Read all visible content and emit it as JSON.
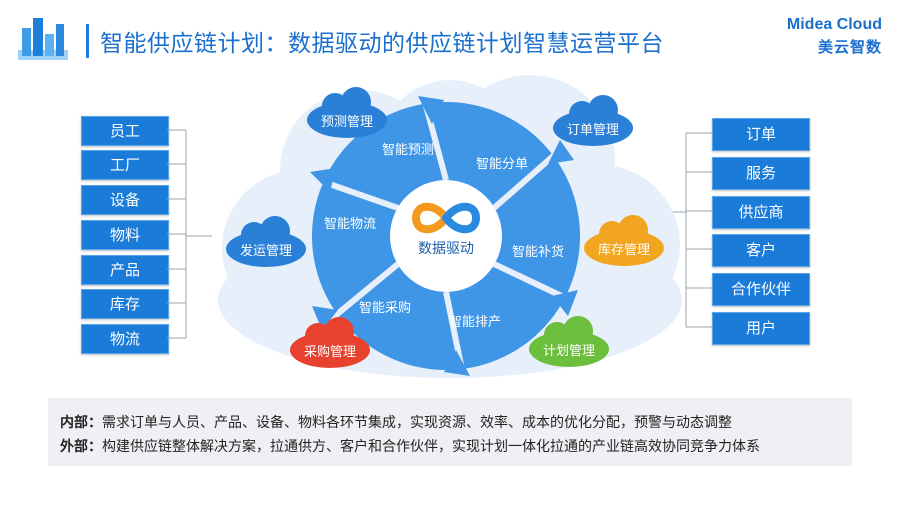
{
  "title": "智能供应链计划：数据驱动的供应链计划智慧运营平台",
  "brand": {
    "en": "Midea Cloud",
    "cn": "美云智数"
  },
  "left_items": [
    "员工",
    "工厂",
    "设备",
    "物料",
    "产品",
    "库存",
    "物流"
  ],
  "right_items": [
    "订单",
    "服务",
    "供应商",
    "客户",
    "合作伙伴",
    "用户"
  ],
  "center_label": "数据驱动",
  "cycle_labels": {
    "forecast": "智能预测",
    "split": "智能分单",
    "replenish": "智能补货",
    "schedule": "智能排产",
    "purchase": "智能采购",
    "logistics": "智能物流"
  },
  "bubbles": {
    "forecast_mgmt": {
      "label": "预测管理",
      "color": "#2a7fd6"
    },
    "order_mgmt": {
      "label": "订单管理",
      "color": "#2a7fd6"
    },
    "inventory_mgmt": {
      "label": "库存管理",
      "color": "#f2a51e"
    },
    "plan_mgmt": {
      "label": "计划管理",
      "color": "#6cbf3c"
    },
    "purchase_mgmt": {
      "label": "采购管理",
      "color": "#e8422f"
    },
    "shipping_mgmt": {
      "label": "发运管理",
      "color": "#2a7fd6"
    }
  },
  "footer": {
    "inner_label": "内部：",
    "inner_text": "需求订单与人员、产品、设备、物料各环节集成，实现资源、效率、成本的优化分配，预警与动态调整",
    "outer_label": "外部：",
    "outer_text": "构建供应链整体解决方案，拉通供方、客户和合作伙伴，实现计划一体化拉通的产业链高效协同竞争力体系"
  },
  "colors": {
    "primary": "#1b7bd8",
    "title": "#1a6fcf",
    "arrow": "#3f95e6",
    "cloud": "#e7f0fa"
  }
}
